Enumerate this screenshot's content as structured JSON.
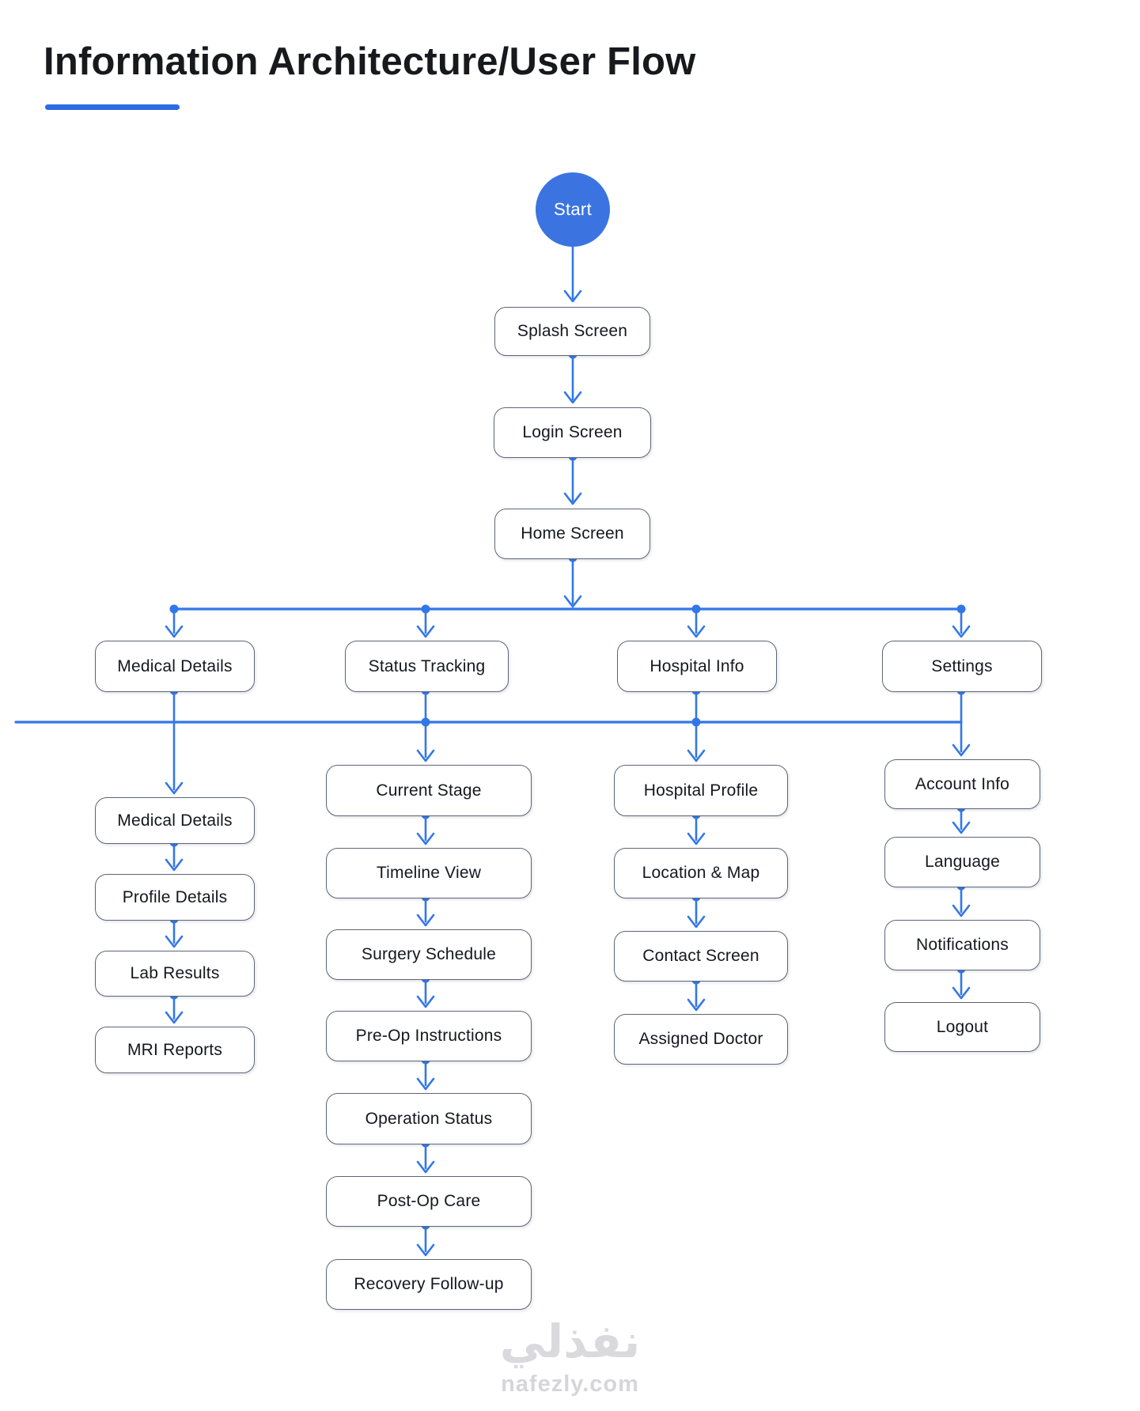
{
  "header": {
    "title": "Information Architecture/User Flow"
  },
  "diagram": {
    "start_label": "Start",
    "screens": [
      "Splash Screen",
      "Login Screen",
      "Home Screen"
    ],
    "branches": [
      {
        "label": "Medical Details",
        "children": [
          "Medical Details",
          "Profile Details",
          "Lab Results",
          "MRI Reports"
        ]
      },
      {
        "label": "Status Tracking",
        "children": [
          "Current Stage",
          "Timeline View",
          "Surgery Schedule",
          "Pre-Op Instructions",
          "Operation Status",
          "Post-Op Care",
          "Recovery Follow-up"
        ]
      },
      {
        "label": "Hospital Info",
        "children": [
          "Hospital Profile",
          "Location & Map",
          "Contact Screen",
          "Assigned Doctor"
        ]
      },
      {
        "label": "Settings",
        "children": [
          "Account Info",
          "Language",
          "Notifications",
          "Logout"
        ]
      }
    ]
  },
  "watermark": {
    "logo_text": "نفذلي",
    "site_text": "nafezly.com"
  },
  "colors": {
    "connector_blue": "#3277e8",
    "start_node_fill": "#3b74e0",
    "node_border": "#5c6577",
    "node_text": "#14181f",
    "title_text": "#17191d",
    "title_underline": "#2d6be2",
    "watermark_gray": "#d9d9de"
  }
}
